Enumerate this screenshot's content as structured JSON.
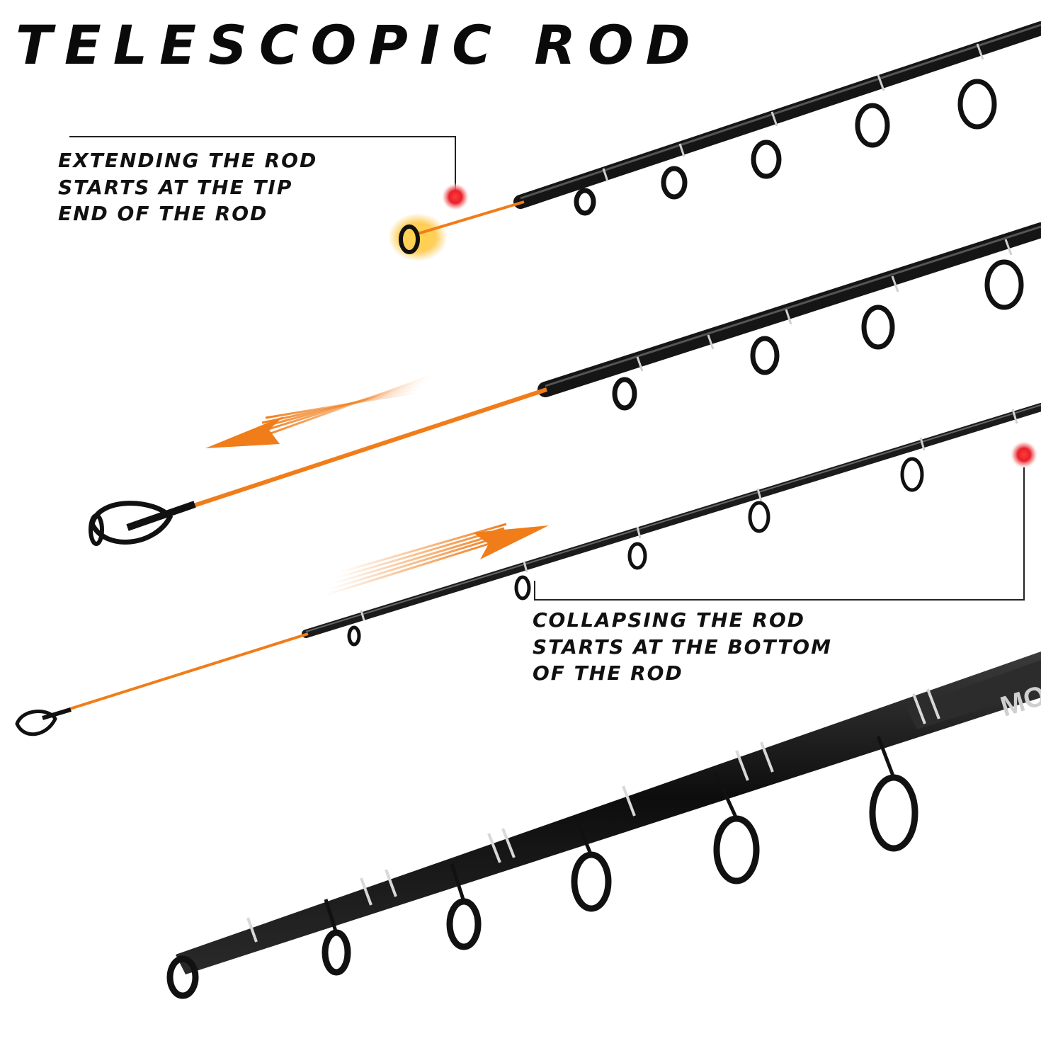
{
  "title": "TELESCOPIC ROD",
  "callouts": {
    "extend": {
      "lines": [
        "EXTENDING THE ROD",
        "STARTS AT THE TIP",
        "END OF THE ROD"
      ]
    },
    "collapse": {
      "lines": [
        "COLLAPSING THE ROD",
        "STARTS AT THE BOTTOM",
        "OF THE ROD"
      ]
    }
  },
  "brand_mark": "MO",
  "colors": {
    "accent_orange": "#f07d1a",
    "rod_black": "#141414",
    "marker_red": "#e8202a",
    "glow_yellow": "#ffc233",
    "text": "#111111"
  },
  "icons": {
    "direction_arrow_extend": "arrow-left-icon",
    "direction_arrow_collapse": "arrow-right-icon",
    "marker": "red-dot-icon"
  }
}
